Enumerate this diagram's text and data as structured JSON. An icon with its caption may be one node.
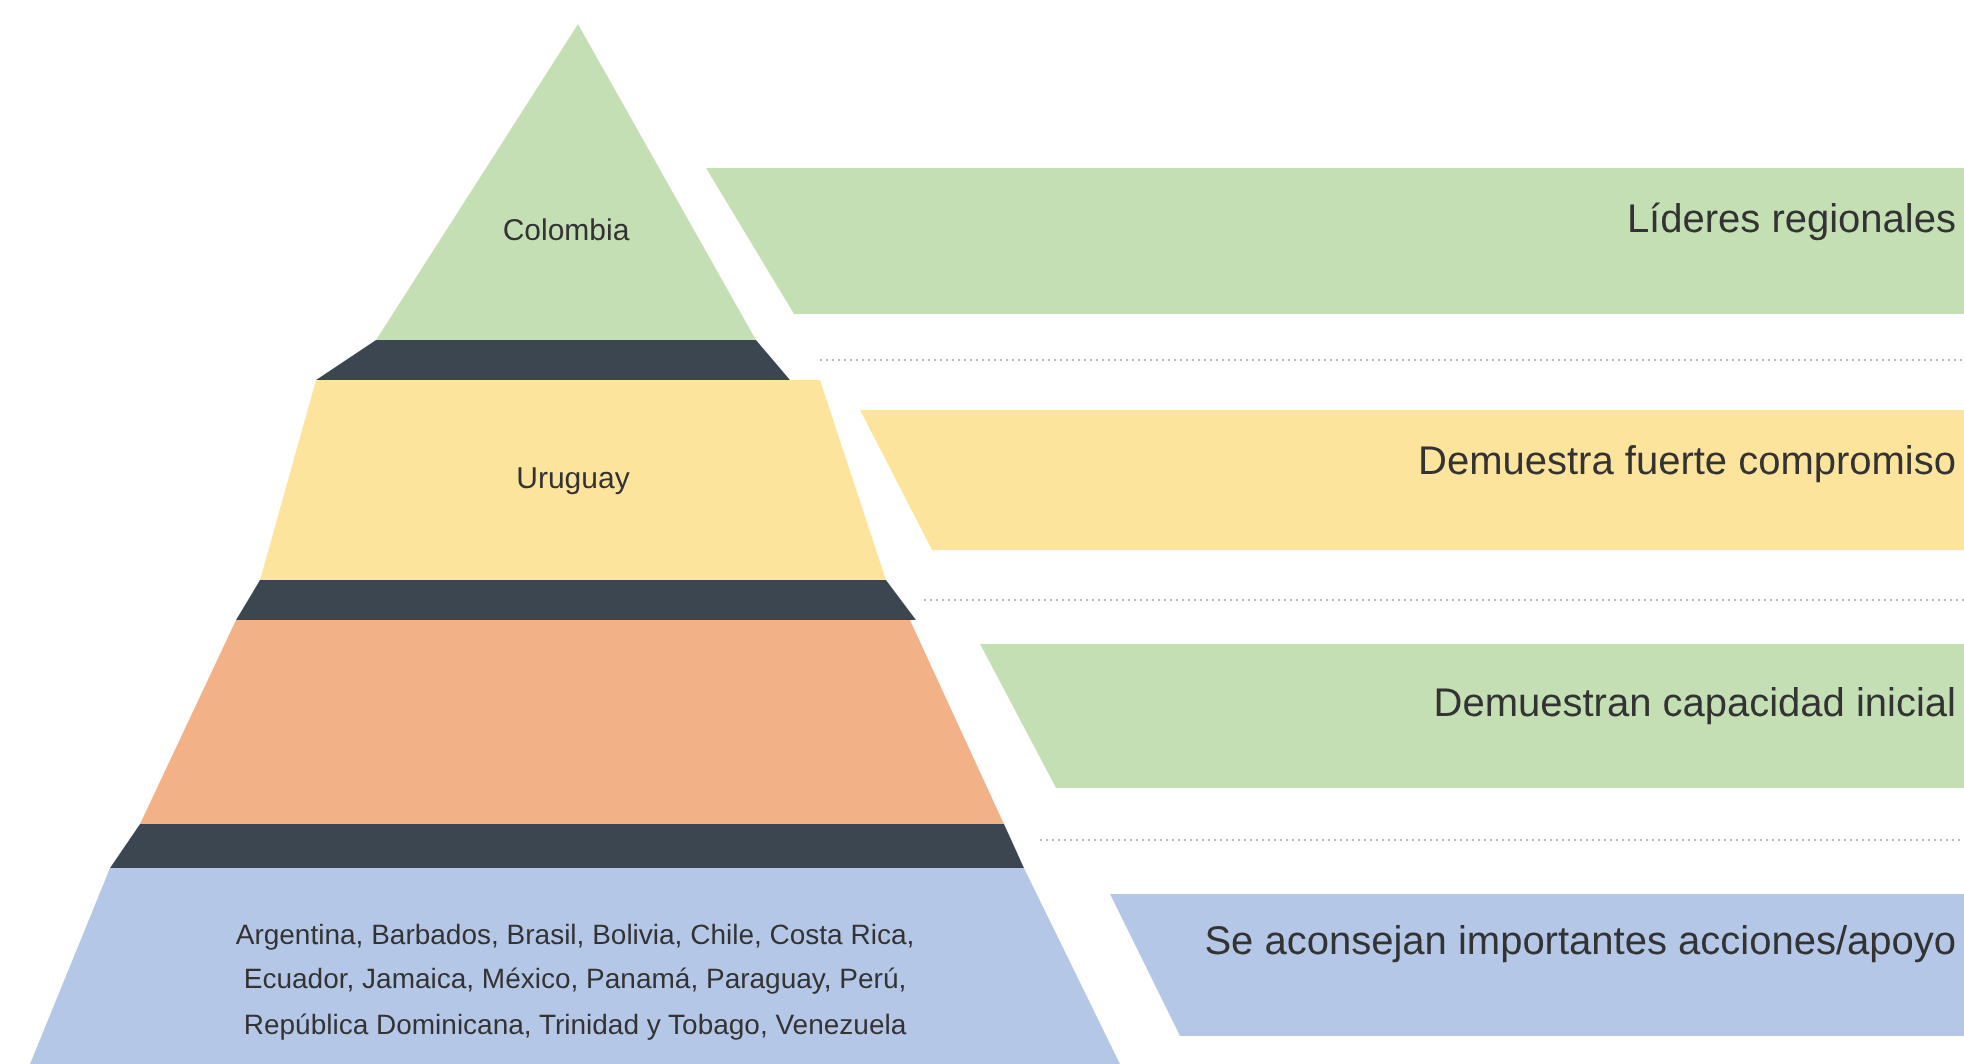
{
  "diagram": {
    "nodes": [
      {
        "text": [
          "Colombia"
        ]
      },
      {
        "text": [
          "Líderes regionales"
        ]
      },
      {
        "text": [
          "Uruguay"
        ]
      },
      {
        "text": [
          "Demuestra fuerte compromiso"
        ]
      },
      {
        "text": [],
        "shape": "trapezoid"
      },
      {
        "text": [
          "Demuestran capacidad inicial"
        ]
      },
      {
        "text": [
          "Argentina, Barbados, Brasil, Bolivia, Chile, Costa Rica, Ecuador, Jamaica, México, Panamá, Paraguay, Perú, República Dominicana, Trinidad y Tobago, Venezuela"
        ]
      },
      {
        "text": [
          "Se aconsejan importantes acciones/apoyo"
        ]
      }
    ]
  }
}
